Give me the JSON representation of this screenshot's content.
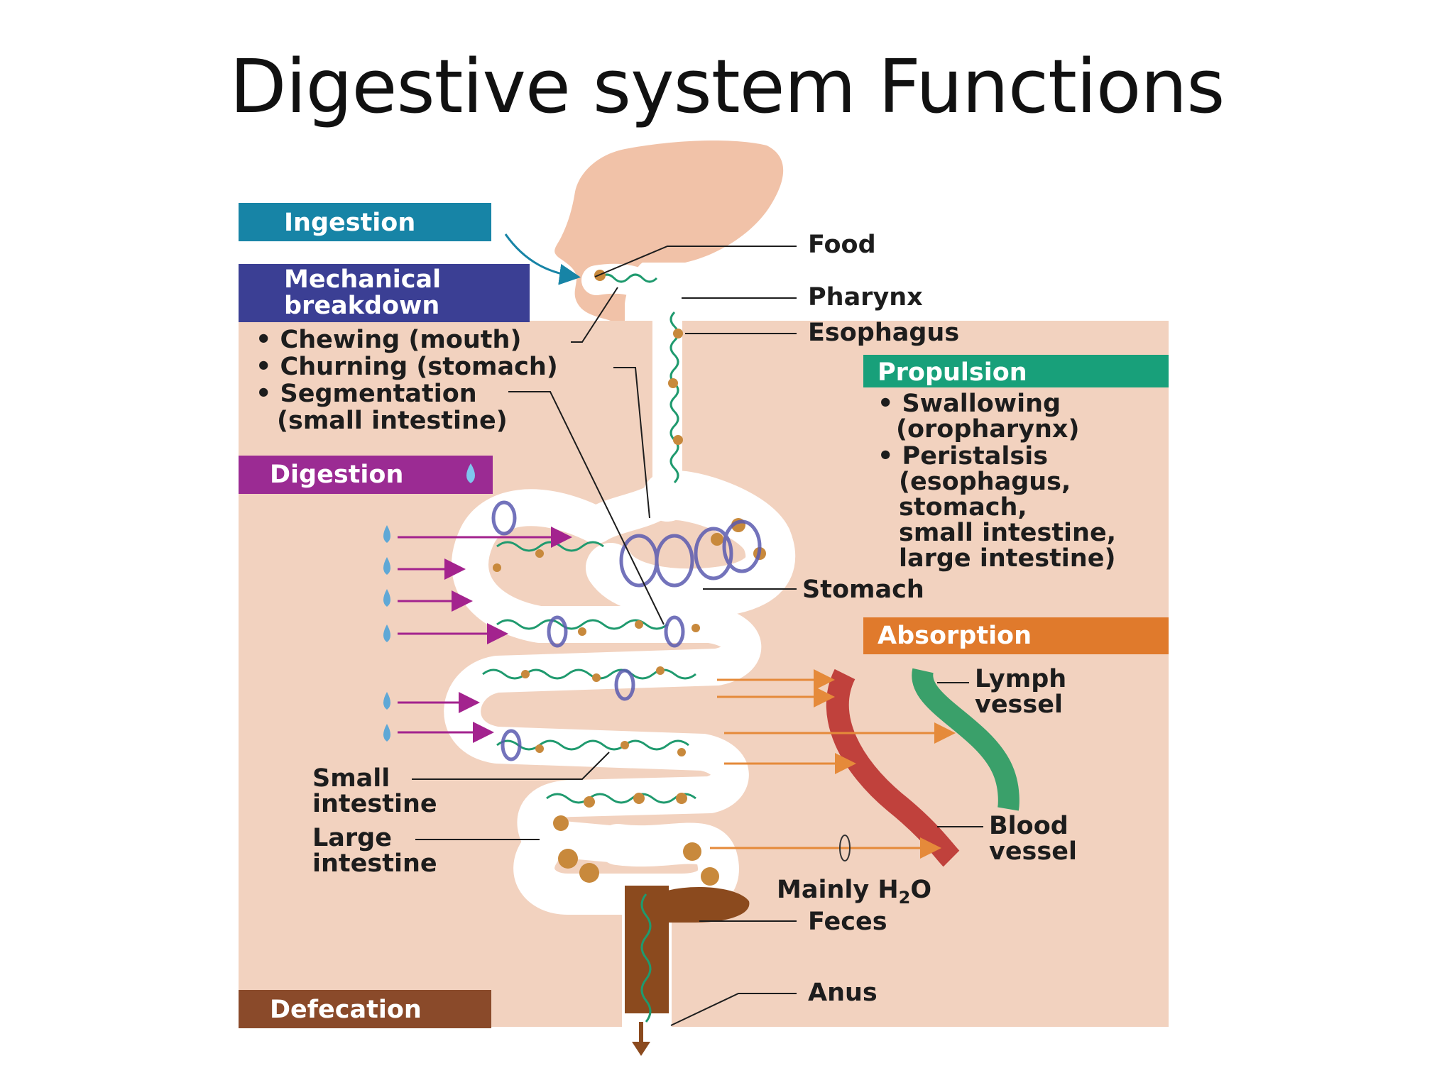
{
  "title": "Digestive system Functions",
  "colors": {
    "ingestion": "#1784a6",
    "mechanical": "#3b3f94",
    "digestion": "#9b2b93",
    "propulsion": "#18a07a",
    "absorption": "#e07a2c",
    "defecation": "#8a4a2a",
    "background": "#f2d2bf",
    "tract_wall": "#1f9a6e",
    "blood_vessel": "#c0413c",
    "lymph_vessel": "#3aa06a",
    "feces": "#8b4a1e",
    "arrow_enzyme": "#a3238e",
    "arrow_absorb": "#e58a3a"
  },
  "process_boxes": {
    "ingestion": "Ingestion",
    "mechanical_line1": "Mechanical",
    "mechanical_line2": "breakdown",
    "digestion": "Digestion",
    "propulsion": "Propulsion",
    "absorption": "Absorption",
    "defecation": "Defecation"
  },
  "mechanical_items": {
    "chewing": "• Chewing (mouth)",
    "churning": "• Churning (stomach)",
    "segmentation": "• Segmentation",
    "segmentation_sub": "(small intestine)"
  },
  "propulsion_items": {
    "swallowing": "• Swallowing",
    "swallowing_sub": "(oropharynx)",
    "peristalsis": "• Peristalsis",
    "peristalsis_l1": "(esophagus,",
    "peristalsis_l2": "stomach,",
    "peristalsis_l3": "small intestine,",
    "peristalsis_l4": "large intestine)"
  },
  "anatomy_labels": {
    "food": "Food",
    "pharynx": "Pharynx",
    "esophagus": "Esophagus",
    "stomach": "Stomach",
    "lymph_l1": "Lymph",
    "lymph_l2": "vessel",
    "blood_l1": "Blood",
    "blood_l2": "vessel",
    "mainly_h2o_prefix": "Mainly H",
    "mainly_h2o_sub": "2",
    "mainly_h2o_suffix": "O",
    "feces": "Feces",
    "anus": "Anus",
    "small_l1": "Small",
    "small_l2": "intestine",
    "large_l1": "Large",
    "large_l2": "intestine"
  },
  "icons": [
    "head-silhouette",
    "water-drop-icon",
    "arrow-icon"
  ]
}
